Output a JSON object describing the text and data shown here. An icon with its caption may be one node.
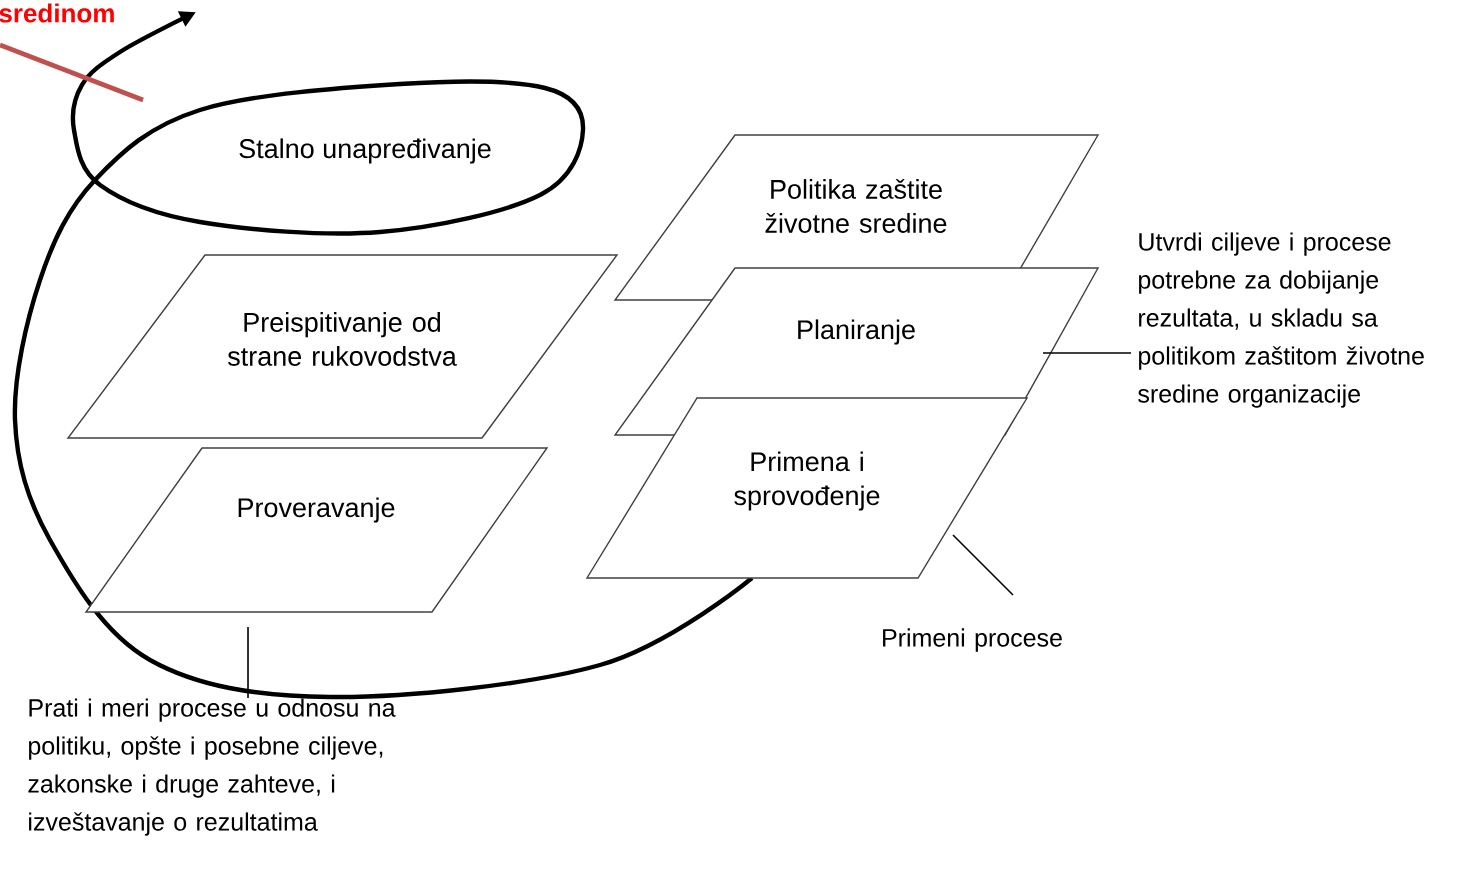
{
  "diagram": {
    "nodes": [
      {
        "text": [
          "Stalno unapređivanje"
        ]
      },
      {
        "text": [
          "Preispitivanje od strane rukovodstva"
        ]
      },
      {
        "text": [
          "Proveravanje"
        ]
      },
      {
        "text": [
          "Politika zaštite životne sredine"
        ]
      },
      {
        "text": [
          "Planiranje"
        ]
      },
      {
        "text": [
          "Primena i sprovođenje"
        ]
      },
      {
        "text": [
          "Utvrdi ciljeve i procese potrebne za dobijanje rezultata, u skladu sa politikom zaštitom životne sredine organizacije"
        ]
      },
      {
        "text": [
          "Primeni procese"
        ]
      },
      {
        "text": [
          "Prati i meri procese u odnosu na politiku, opšte i posebne ciljeve, zakonske i druge zahteve, i izveštavanje o rezultatima"
        ]
      },
      {
        "text": [
          "sredinom"
        ]
      }
    ],
    "edges": [
      {
        "from": 6,
        "to": 4,
        "arrow": "none"
      },
      {
        "from": 7,
        "to": 5,
        "arrow": "none"
      },
      {
        "from": 8,
        "to": 2,
        "arrow": "none"
      },
      {
        "from": 9,
        "to": null,
        "arrow": "none",
        "style": "thick",
        "color": "#c0504d"
      }
    ]
  }
}
